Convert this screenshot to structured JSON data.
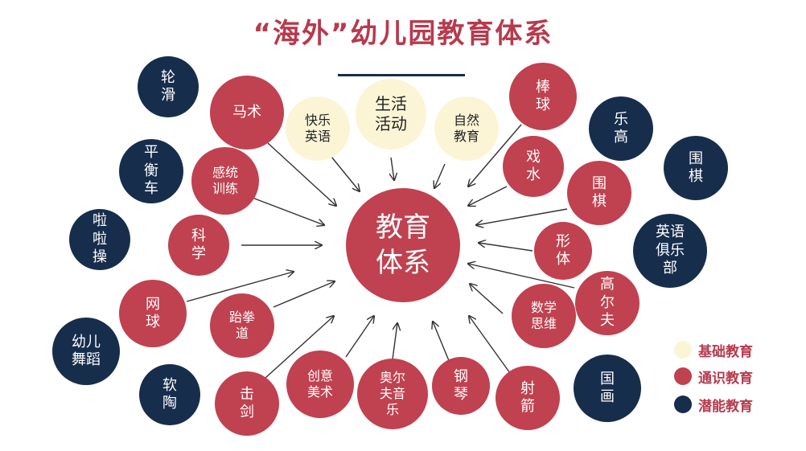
{
  "title": "“海外”幼儿园教育体系",
  "center": "教育\n体系",
  "colors": {
    "basic": "#fbf5d6",
    "general": "#c0414f",
    "potential": "#172d4c",
    "title": "#b73a4d"
  },
  "legend": [
    {
      "label": "基础教育",
      "color": "#fbf5d6"
    },
    {
      "label": "通识教育",
      "color": "#c0414f"
    },
    {
      "label": "潜能教育",
      "color": "#172d4c"
    }
  ],
  "nodes": [
    {
      "label": "快乐\n英语",
      "category": "basic"
    },
    {
      "label": "生活\n活动",
      "category": "basic"
    },
    {
      "label": "自然\n教育",
      "category": "basic"
    },
    {
      "label": "马术",
      "category": "general"
    },
    {
      "label": "感统\n训练",
      "category": "general"
    },
    {
      "label": "科\n学",
      "category": "general"
    },
    {
      "label": "网\n球",
      "category": "general"
    },
    {
      "label": "跆拳\n道",
      "category": "general"
    },
    {
      "label": "击\n剑",
      "category": "general"
    },
    {
      "label": "创意\n美术",
      "category": "general"
    },
    {
      "label": "奥尔\n夫音\n乐",
      "category": "general"
    },
    {
      "label": "钢\n琴",
      "category": "general"
    },
    {
      "label": "射\n箭",
      "category": "general"
    },
    {
      "label": "数学\n思维",
      "category": "general"
    },
    {
      "label": "高\n尔\n夫",
      "category": "general"
    },
    {
      "label": "形\n体",
      "category": "general"
    },
    {
      "label": "围\n棋",
      "category": "general"
    },
    {
      "label": "戏\n水",
      "category": "general"
    },
    {
      "label": "棒\n球",
      "category": "general"
    },
    {
      "label": "轮\n滑",
      "category": "potential"
    },
    {
      "label": "平\n衡\n车",
      "category": "potential"
    },
    {
      "label": "啦\n啦\n操",
      "category": "potential"
    },
    {
      "label": "幼儿\n舞蹈",
      "category": "potential"
    },
    {
      "label": "软\n陶",
      "category": "potential"
    },
    {
      "label": "乐\n高",
      "category": "potential"
    },
    {
      "label": "围\n棋",
      "category": "potential"
    },
    {
      "label": "英语\n俱乐\n部",
      "category": "potential"
    },
    {
      "label": "国\n画",
      "category": "potential"
    }
  ]
}
